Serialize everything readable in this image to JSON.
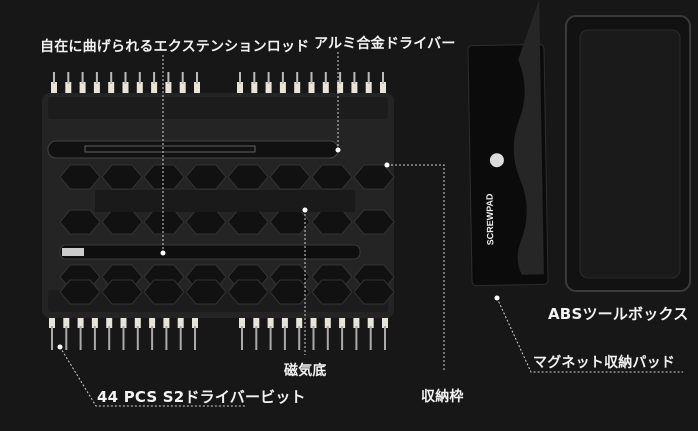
{
  "labels": {
    "extension_rod": "自在に曲げられるエクステンションロッド",
    "aluminum_driver": "アルミ合金ドライバー",
    "abs_toolbox": "ABSツールボックス",
    "magnetic_pad": "マグネット収納パッド",
    "magnetic_base": "磁気底",
    "bits": "44 PCS S2ドライバービット",
    "storage_frame": "収納枠"
  },
  "pad_brand": "SCREWPAD",
  "colors": {
    "background": "#171717",
    "text": "#f2f2f2",
    "case": "#2a2a2a",
    "bit": "#e8e4d8"
  }
}
